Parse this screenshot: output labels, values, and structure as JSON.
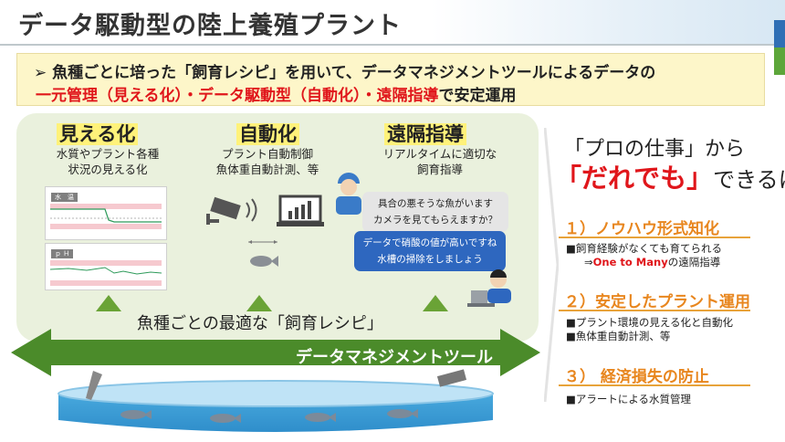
{
  "title": "データ駆動型の陸上養殖プラント",
  "banner": {
    "marker": "➢",
    "line1": "魚種ごとに培った「飼育レシピ」を用いて、データマネジメントツールによるデータの",
    "line2_red": "一元管理（見える化）・データ駆動型（自動化）・遠隔指導",
    "line2_rest": "で安定運用"
  },
  "columns": [
    {
      "title": "見える化",
      "sub1": "水質やプラント各種",
      "sub2": "状況の見える化"
    },
    {
      "title": "自動化",
      "sub1": "プラント自動制御",
      "sub2": "魚体重自動計測、等"
    },
    {
      "title": "遠隔指導",
      "sub1": "リアルタイムに適切な",
      "sub2": "飼育指導"
    }
  ],
  "charts": [
    {
      "label": "水　温"
    },
    {
      "label": "ｐ Ｈ"
    }
  ],
  "bubbles": {
    "q1": "具合の悪そうな魚がいます",
    "q2": "カメラを見てもらえますか？",
    "a1": "データで硝酸の値が高いですね",
    "a2": "水槽の掃除をしましょう"
  },
  "recipe_text": "魚種ごとの最適な「飼育レシピ」",
  "arrow_text": "データマネジメントツール",
  "right": {
    "title1": "「プロの仕事」から",
    "title2_big": "「だれでも」",
    "title2_rest": "できるに",
    "items": [
      {
        "head": "１）ノウハウ形式知化",
        "lines": [
          "■飼育経験がなくても育てられる"
        ],
        "line2_prefix": "⇒",
        "line2_red": "One to Many",
        "line2_rest": "の遠隔指導"
      },
      {
        "head": "２）安定したプラント運用",
        "lines": [
          "■プラント環境の見える化と自動化",
          "■魚体重自動計測、等"
        ]
      },
      {
        "head": "３） 経済損失の防止",
        "lines": [
          "■アラートによる水質管理"
        ]
      }
    ]
  },
  "colors": {
    "accent_red": "#e0161b",
    "green_arrow": "#4b8b2a",
    "panel_green": "#eaf1dd",
    "orange": "#e8861e",
    "bubble_blue": "#2e67bf"
  }
}
